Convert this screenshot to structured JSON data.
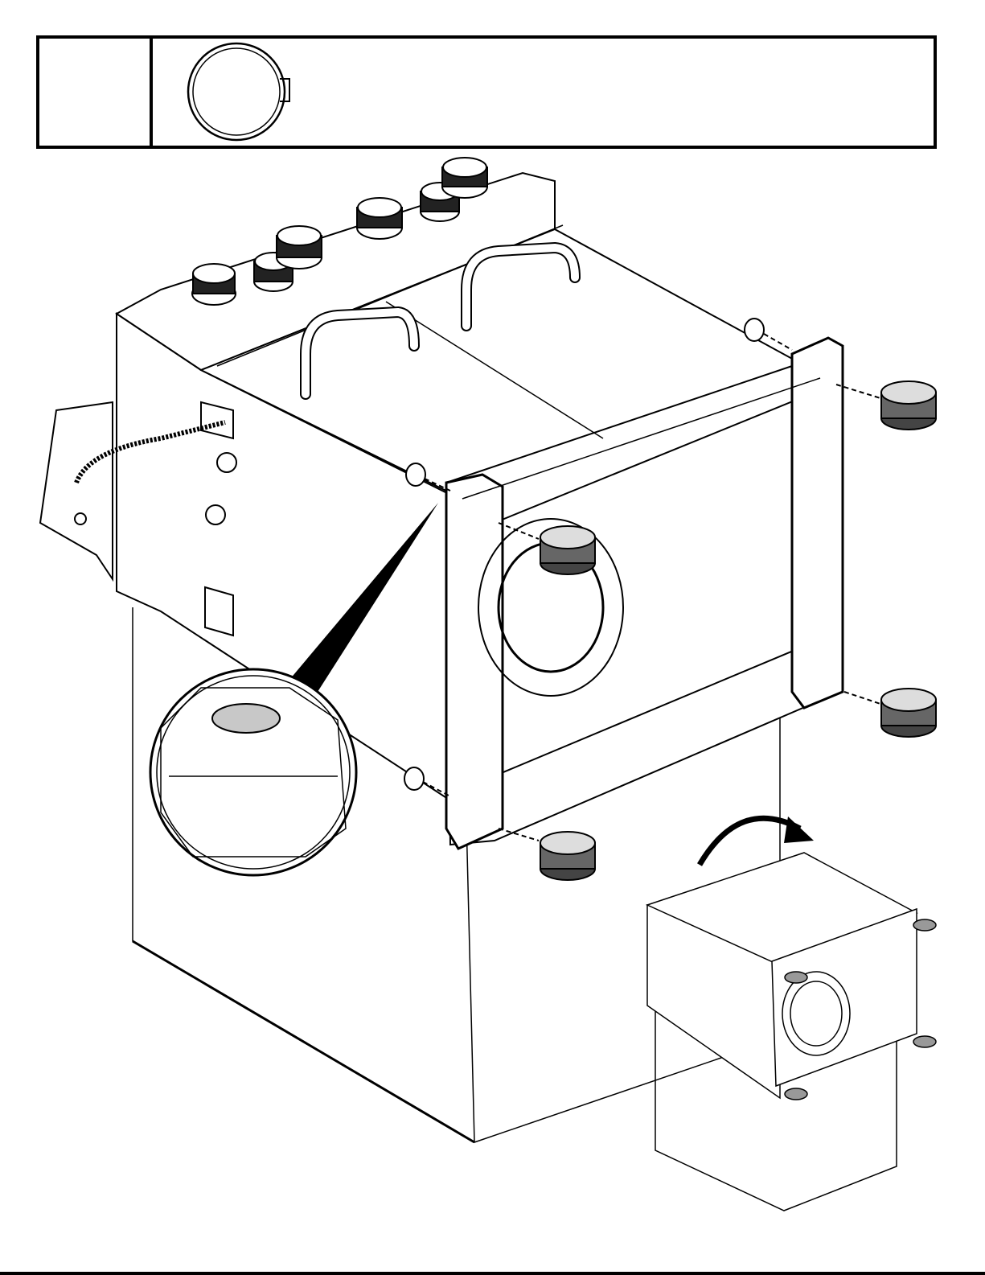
{
  "parts_box": {
    "quantity": "",
    "part_icon": "round-cap-icon"
  },
  "illustration": {
    "main_view": "console-base-exploded-isometric",
    "detail_view": "corner-cap-magnified-callout",
    "inset_view": "rotate-assembly-inset",
    "rotation_arrow_icon": "curved-arrow-icon",
    "feet_count": 4,
    "caps_count": 3
  },
  "colors": {
    "line": "#000000",
    "shade": "#cccccc",
    "cap_fill": "#c8c8c8"
  }
}
